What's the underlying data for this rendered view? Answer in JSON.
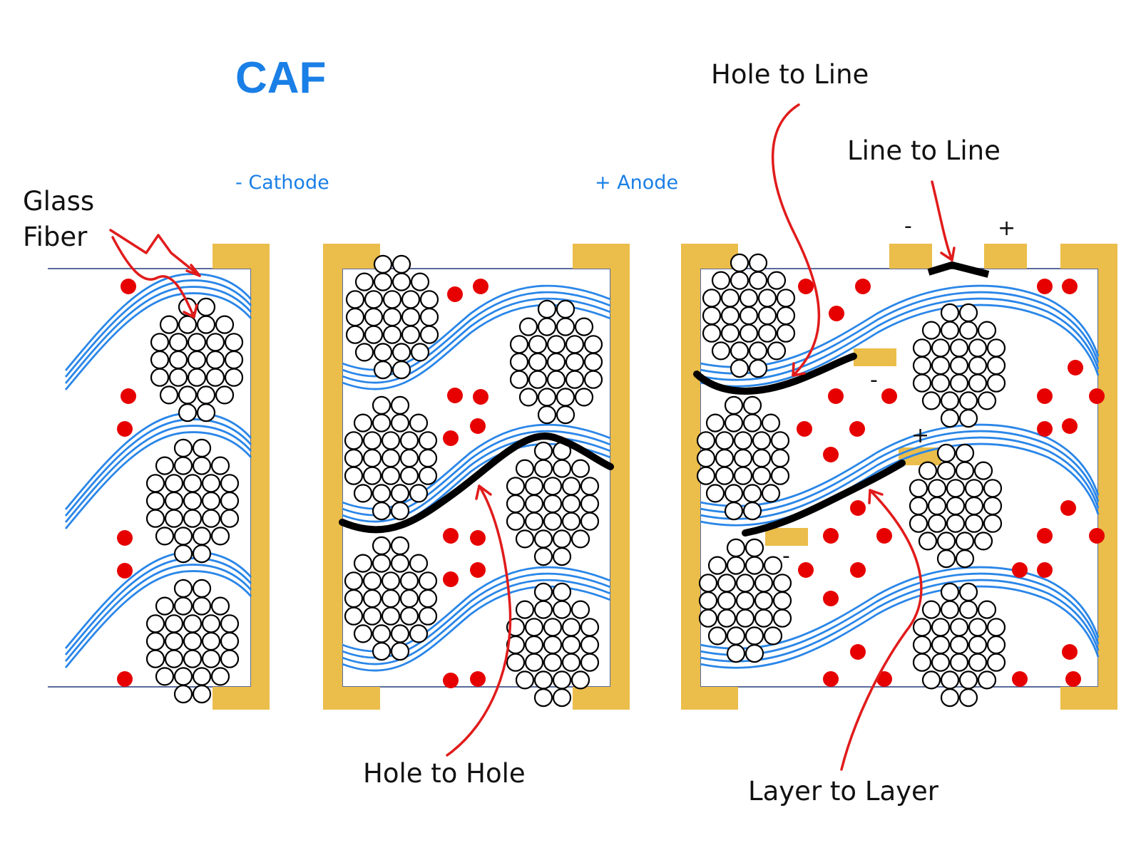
{
  "title": "CAF",
  "electrodes": {
    "cathode": "- Cathode",
    "anode": "+ Anode"
  },
  "labels": {
    "glass_fiber_line1": "Glass",
    "glass_fiber_line2": "Fiber",
    "hole_to_line": "Hole to Line",
    "line_to_line": "Line to Line",
    "hole_to_hole": "Hole to Hole",
    "layer_to_layer": "Layer to Layer"
  },
  "polarity": {
    "line_minus": "-",
    "line_plus": "+",
    "trace_minus_upper": "-",
    "trace_plus_middle": "+",
    "trace_minus_lower": "-"
  },
  "colors": {
    "title": "#1a7fe6",
    "electrode_text": "#1a7fe6",
    "copper": "#ebbd4a",
    "fiber": "#2a86e8",
    "ion": "#e60000",
    "arrow": "#e11b1b",
    "filament": "#000000",
    "board_outline": "#5a6b9a"
  }
}
